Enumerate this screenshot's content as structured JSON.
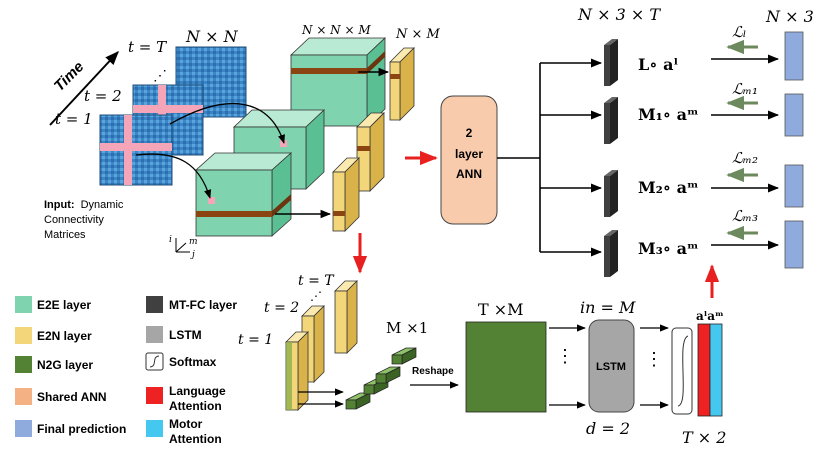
{
  "time_axis": {
    "label": "Time",
    "t_T": "t = T",
    "t_2": "t = 2",
    "t_1": "t = 1",
    "dots": "⋰"
  },
  "matrices": {
    "size_label": "N × N",
    "input_bold": "Input:",
    "input_lines": [
      "Dynamic",
      "Connectivity",
      "Matrices"
    ]
  },
  "axes_glyph": {
    "i": "i",
    "m": "m",
    "j": "j"
  },
  "e2e": {
    "size_label": "N × N × M"
  },
  "e2n": {
    "size_label": "N × M"
  },
  "ann": {
    "lines": [
      "2",
      "layer",
      "ANN"
    ]
  },
  "outputs": {
    "size_label": "N × 3 × T",
    "final_label": "N × 3",
    "rows": [
      {
        "formula": "L∘ aˡ",
        "loss": "ℒₗ"
      },
      {
        "formula": "M₁∘ aᵐ",
        "loss": "ℒₘ₁"
      },
      {
        "formula": "M₂∘ aᵐ",
        "loss": "ℒₘ₂"
      },
      {
        "formula": "M₃∘ aᵐ",
        "loss": "ℒₘ₃"
      }
    ]
  },
  "lower": {
    "t_T": "t = T",
    "t_2": "t = 2",
    "t_1": "t = 1",
    "dots": "⋰",
    "m_label": "M ×1",
    "reshape": "Reshape",
    "tm_label": "T ×M",
    "lstm_in": "in = M",
    "lstm": "LSTM",
    "lstm_d": "d = 2",
    "vdots": "⋮",
    "attn_label": "aˡaᵐ",
    "t2_label": "T × 2"
  },
  "legend": [
    {
      "label": "E2E layer",
      "color": "#7fd3ae"
    },
    {
      "label": "E2N layer",
      "color": "#f3d67a"
    },
    {
      "label": "N2G layer",
      "color": "#548235"
    },
    {
      "label": "Shared ANN",
      "color": "#f4b183"
    },
    {
      "label": "Final prediction",
      "color": "#8faadc"
    },
    {
      "label": "MT-FC layer",
      "color": "#404040"
    },
    {
      "label": "LSTM",
      "color": "#a6a6a6"
    },
    {
      "label": "Softmax",
      "color": "#ffffff"
    },
    {
      "label": "Language Attention",
      "color": "#ee2222"
    },
    {
      "label": "Motor Attention",
      "color": "#45c8f0"
    }
  ],
  "colors": {
    "arrow_red": "#e82020",
    "arrow_loss": "#6d8a5e",
    "matrix_blue": "#3a86c6",
    "matrix_pink": "#f4a6b8"
  }
}
